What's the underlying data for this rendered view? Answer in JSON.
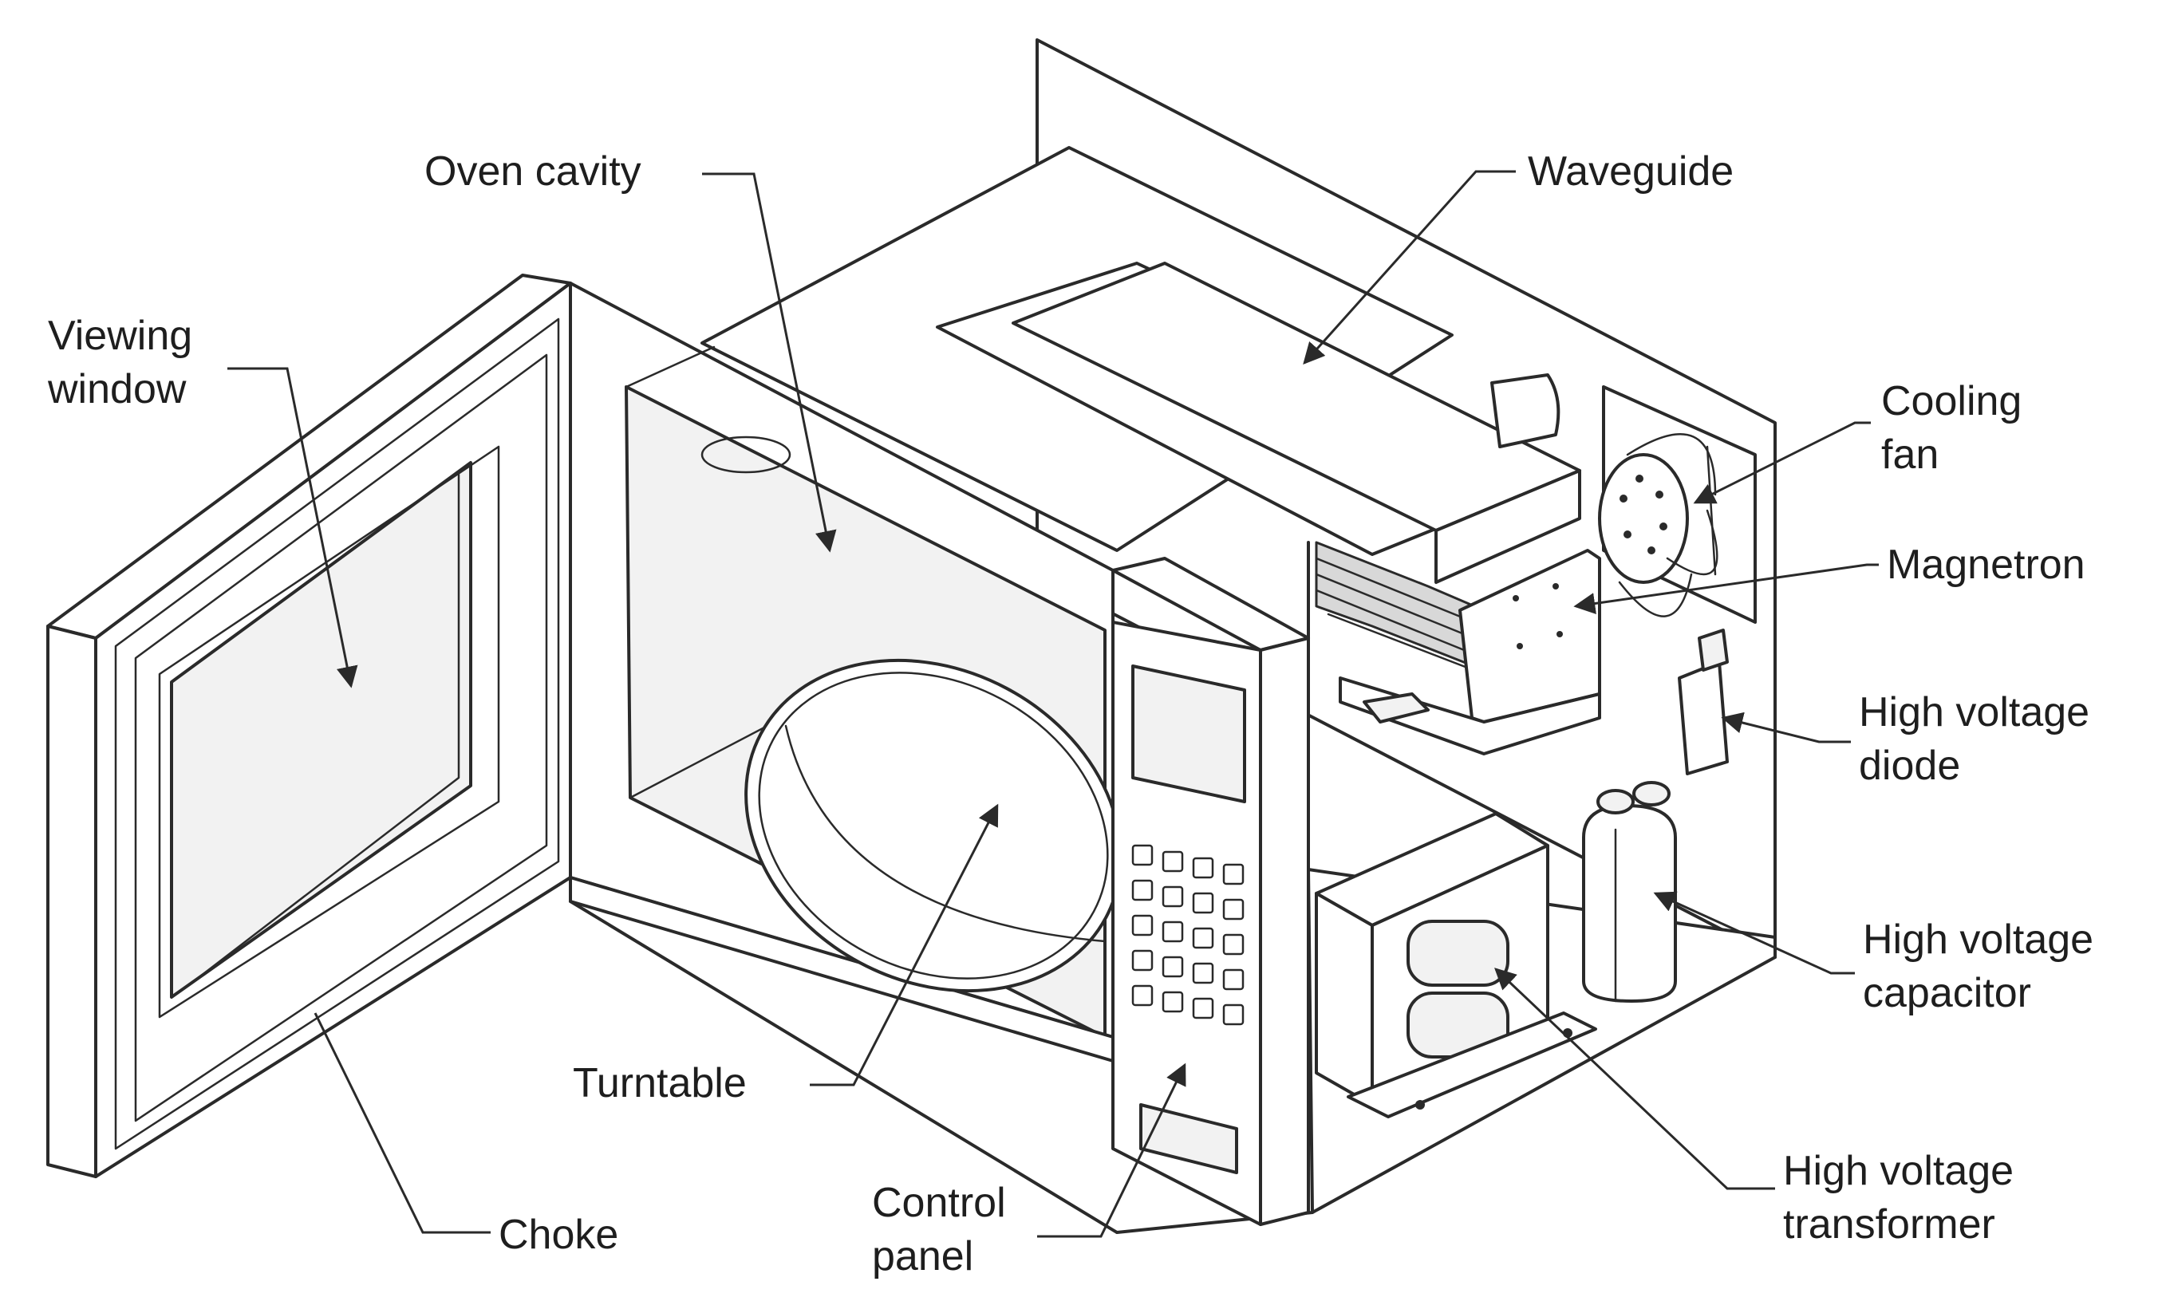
{
  "labels": {
    "oven_cavity": "Oven cavity",
    "waveguide": "Waveguide",
    "viewing_window_line1": "Viewing",
    "viewing_window_line2": "window",
    "cooling_fan_line1": "Cooling",
    "cooling_fan_line2": "fan",
    "magnetron": "Magnetron",
    "hv_diode_line1": "High voltage",
    "hv_diode_line2": "diode",
    "hv_capacitor_line1": "High voltage",
    "hv_capacitor_line2": "capacitor",
    "turntable": "Turntable",
    "choke": "Choke",
    "control_panel_line1": "Control",
    "control_panel_line2": "panel",
    "hv_transformer_line1": "High voltage",
    "hv_transformer_line2": "transformer"
  },
  "colors": {
    "line": "#2a2a2a",
    "text": "#1e1e1e",
    "background": "#ffffff"
  }
}
